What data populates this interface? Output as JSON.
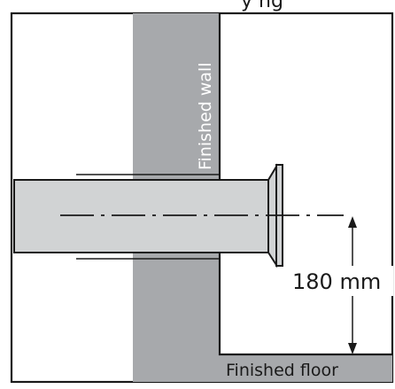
{
  "labels": {
    "top_fragment": "y  ng",
    "wall": "Finished wall",
    "floor": "Finished floor",
    "dimension": "180 mm"
  },
  "colors": {
    "wall_fill": "#a7a9ac",
    "pipe_fill": "#d1d3d4",
    "line": "#1a1a1a",
    "background": "#ffffff"
  }
}
